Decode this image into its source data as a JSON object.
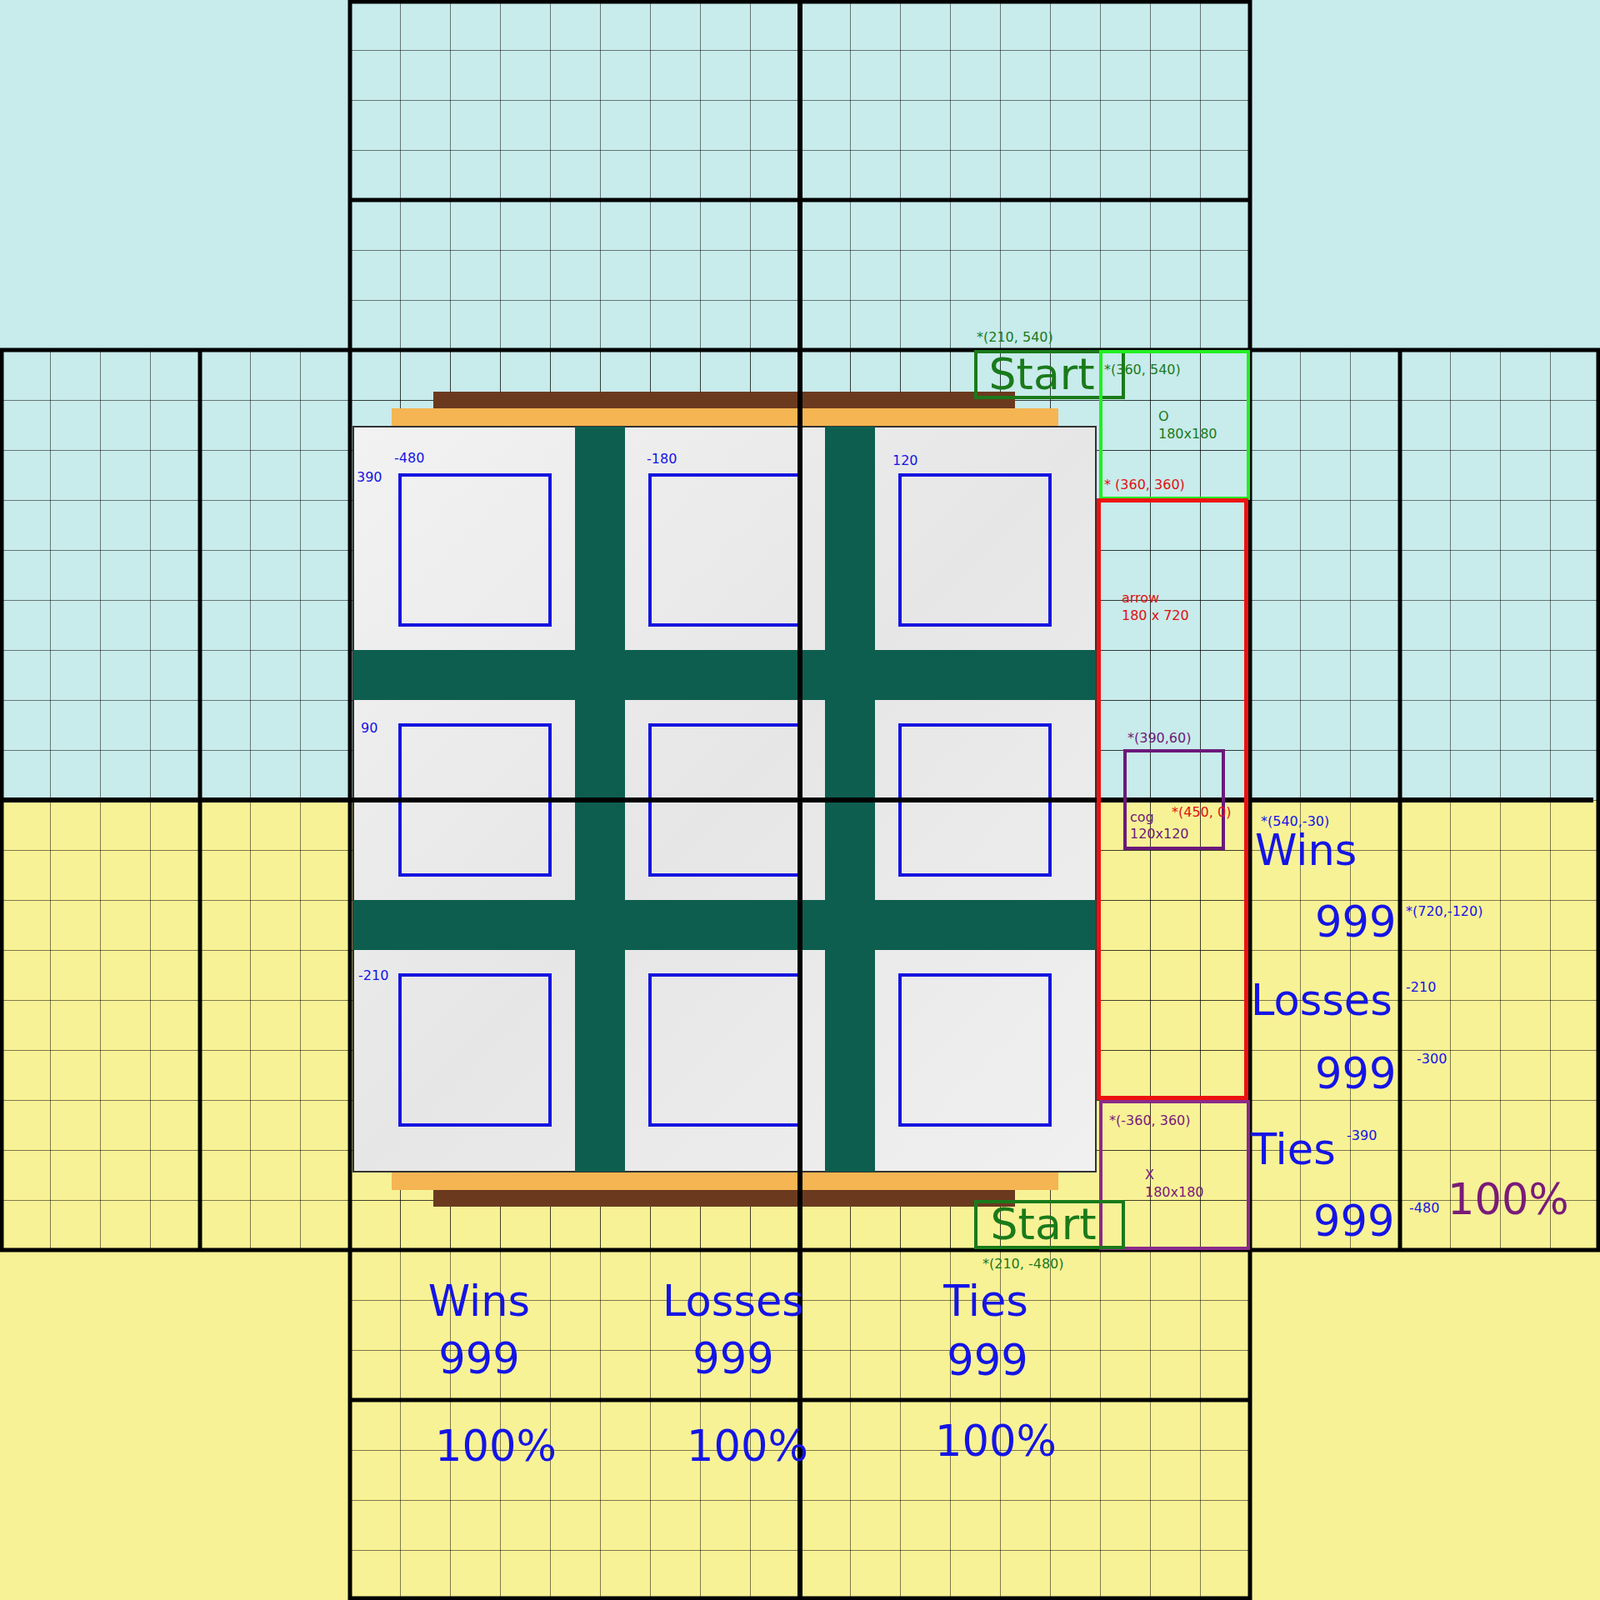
{
  "diagram": {
    "nodes": [
      {
        "text": [
          "*(210, 540)",
          "Start"
        ]
      },
      {
        "text": [
          "*(360, 540)",
          "O",
          "180x180"
        ]
      },
      {
        "text": [
          "arrow",
          "180 x 720"
        ]
      },
      {
        "text": [
          "*(390,60)",
          "cog",
          "120x120"
        ],
        "in": 2
      },
      {
        "text": [
          "*(-360, 360)",
          "X",
          "180x180"
        ]
      },
      {
        "text": [
          "Start",
          "*(210, -480)"
        ]
      }
    ],
    "labels": [
      "-480",
      "-180",
      "120",
      "390",
      "90",
      "-210",
      "* (360, 360)",
      "*(450, 0)",
      "*(540,-30)",
      "Wins",
      "999",
      "*(720,-120)",
      "Losses",
      "-210",
      "999",
      "-300",
      "Ties",
      "-390",
      "999",
      "-480",
      "100%",
      "Wins",
      "Losses",
      "Ties",
      "999",
      "999",
      "999",
      "100%",
      "100%",
      "100%"
    ]
  }
}
